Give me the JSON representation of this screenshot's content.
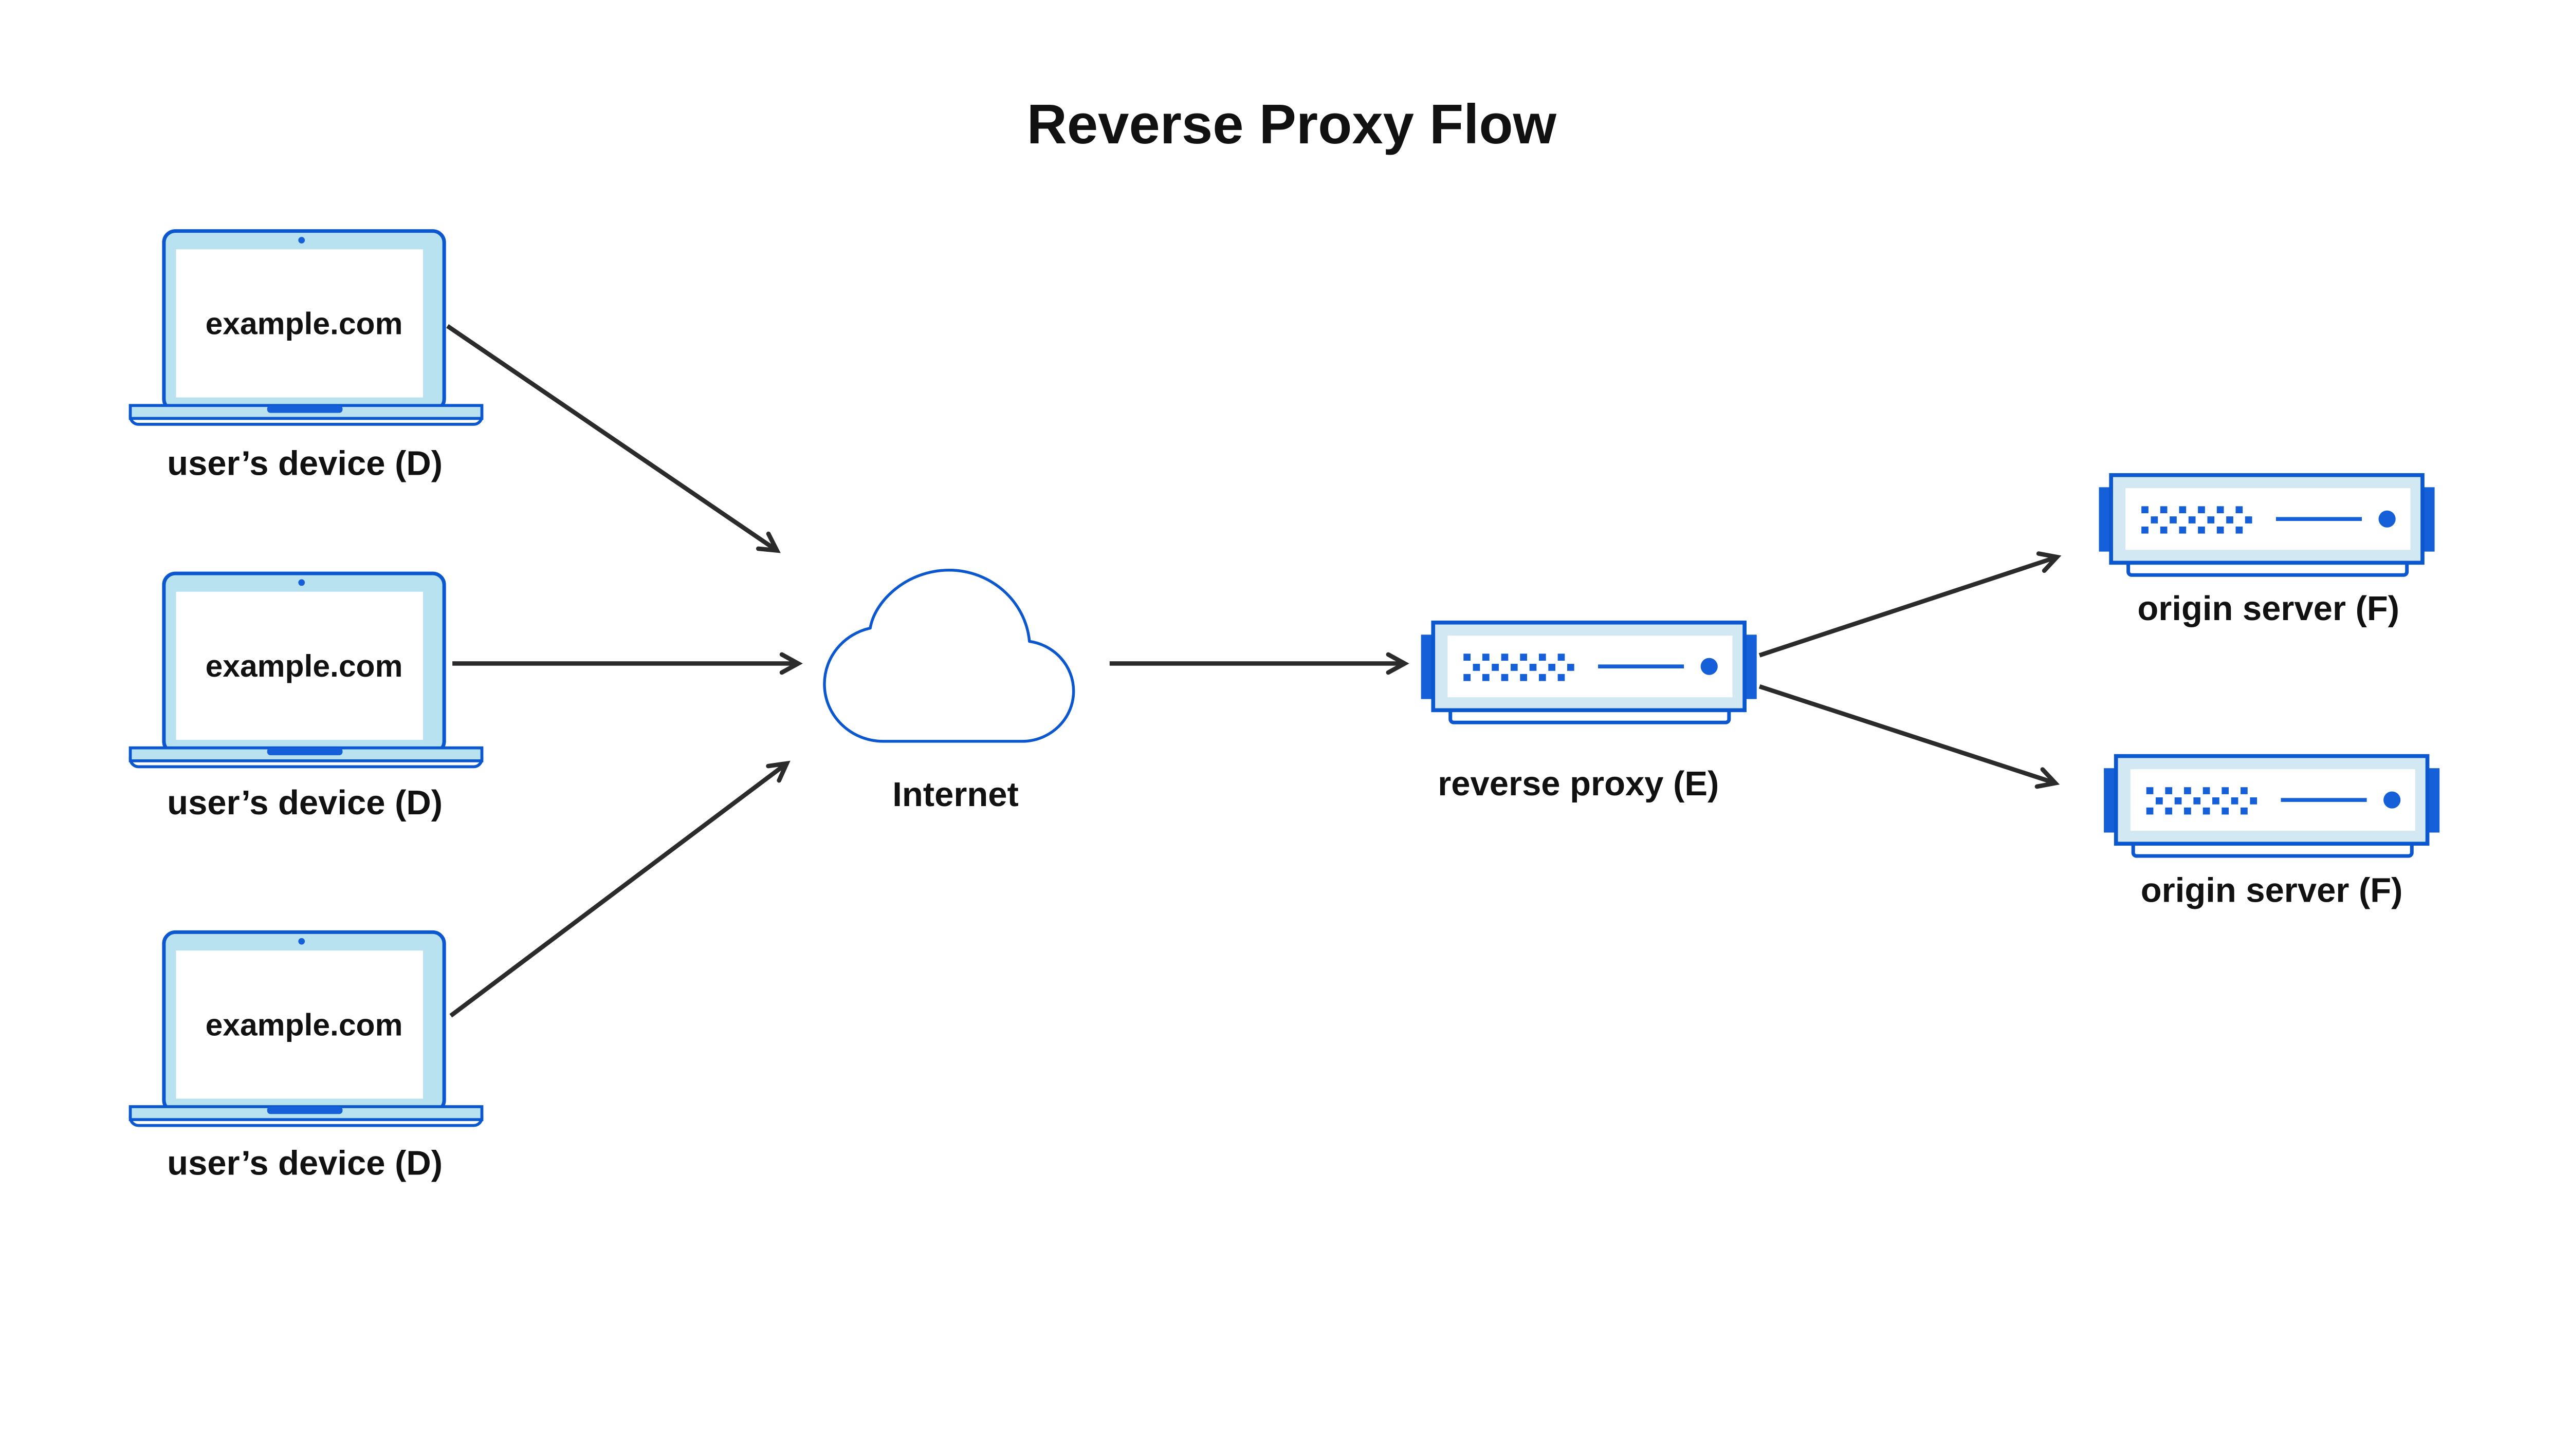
{
  "title": "Reverse Proxy Flow",
  "devices": [
    {
      "screen_text": "example.com",
      "label": "user’s device (D)"
    },
    {
      "screen_text": "example.com",
      "label": "user’s device (D)"
    },
    {
      "screen_text": "example.com",
      "label": "user’s device (D)"
    }
  ],
  "internet": {
    "label": "Internet"
  },
  "reverse_proxy": {
    "label": "reverse proxy (E)"
  },
  "origin_servers": [
    {
      "label": "origin server (F)"
    },
    {
      "label": "origin server (F)"
    }
  ],
  "icons": {
    "device": "laptop-icon",
    "internet": "cloud-icon",
    "reverse_proxy": "server-icon",
    "origin_server": "server-icon"
  },
  "connections": [
    {
      "from": "user's device (D) #1",
      "to": "Internet"
    },
    {
      "from": "user's device (D) #2",
      "to": "Internet"
    },
    {
      "from": "user's device (D) #3",
      "to": "Internet"
    },
    {
      "from": "Internet",
      "to": "reverse proxy (E)"
    },
    {
      "from": "reverse proxy (E)",
      "to": "origin server (F) #1"
    },
    {
      "from": "reverse proxy (E)",
      "to": "origin server (F) #2"
    }
  ],
  "colors": {
    "stroke_blue": "#0B57D0",
    "fill_blue": "#1560D9",
    "laptop_body": "#B8E2EF",
    "server_frame": "#D2E9F3",
    "screen_white": "#FFFFFF",
    "arrow": "#2B2B2B",
    "text": "#111111",
    "background": "#FFFFFF"
  }
}
